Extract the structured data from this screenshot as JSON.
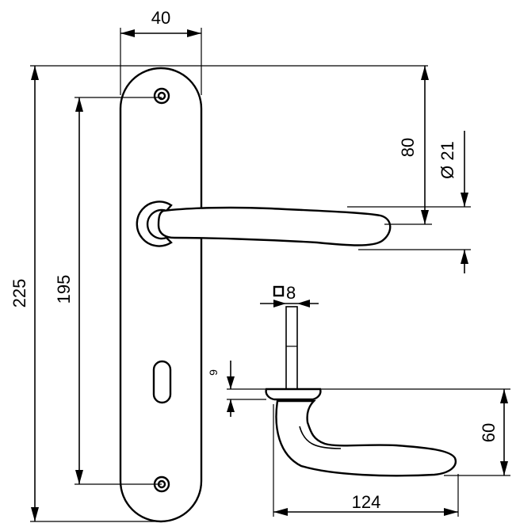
{
  "dimensions": {
    "plate_width": "40",
    "overall_height": "225",
    "hole_spacing": "195",
    "lever_offset": "80",
    "rose_diameter": "Ø 21",
    "spindle": "8",
    "rose_thickness": "9",
    "lever_height": "60",
    "lever_length": "124"
  }
}
